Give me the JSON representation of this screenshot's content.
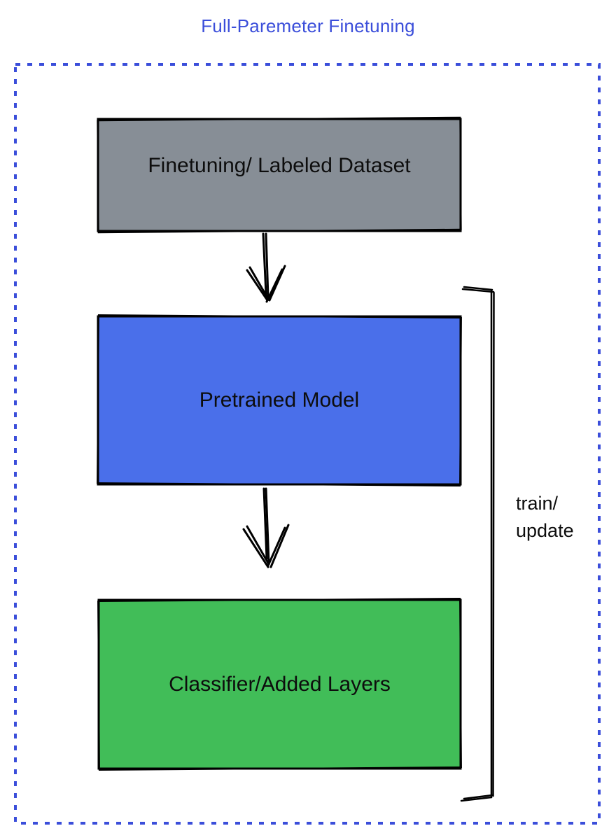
{
  "title": {
    "text": "Full-Paremeter Finetuning",
    "color": "#3B4EDA"
  },
  "diagram": {
    "border_color": "#3B4EDA",
    "stroke_color": "#0d0d0d",
    "boxes": [
      {
        "id": "dataset",
        "label": "Finetuning/ Labeled Dataset",
        "fill": "#878E96"
      },
      {
        "id": "pretrained",
        "label": "Pretrained Model",
        "fill": "#4A6FEA"
      },
      {
        "id": "classifier",
        "label": "Classifier/Added Layers",
        "fill": "#41BD58"
      }
    ],
    "arrows": [
      {
        "id": "dataset-to-pretrained",
        "from": "dataset",
        "to": "pretrained"
      },
      {
        "id": "pretrained-to-classifier",
        "from": "pretrained",
        "to": "classifier"
      }
    ],
    "bracket_label": "train/\nupdate"
  }
}
